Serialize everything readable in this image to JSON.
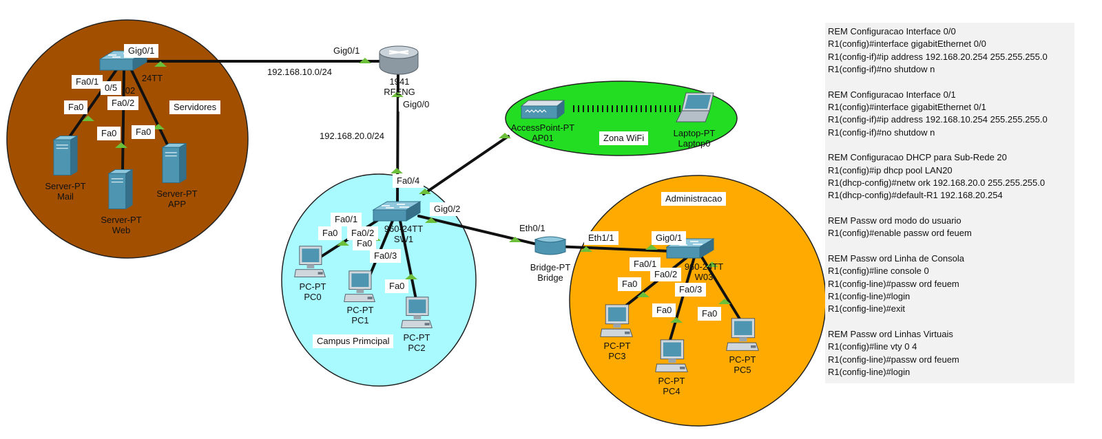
{
  "colors": {
    "servidores_zone": "#a34f00",
    "campus_zone": "#a8faff",
    "wifi_zone": "#22dd22",
    "admin_zone": "#ffaa00",
    "link": "#111111",
    "port_marker": "#6bbf3a",
    "device_blue": "#4d95b0"
  },
  "zones": {
    "servidores": "Servidores",
    "campus": "Campus Primcipal",
    "wifi": "Zona WiFi",
    "admin": "Administracao"
  },
  "networks": {
    "net_10": "192.168.10.0/24",
    "net_20": "192.168.20.0/24"
  },
  "ports": {
    "s0_gig01": "Gig0/1",
    "s0_fa01": "Fa0/1",
    "s0_fa05": "0/5",
    "s0_fa02": "Fa0/2",
    "mail_fa0": "Fa0",
    "web_fa0": "Fa0",
    "app_fa0": "Fa0",
    "r_gig01": "Gig0/1",
    "r_gig00": "Gig0/0",
    "sw1_fa04": "Fa0/4",
    "sw1_fa01": "Fa0/1",
    "sw1_fa02": "Fa0/2",
    "sw1_fa0_hidden": "Fa0",
    "sw1_fa03": "Fa0/3",
    "sw1_gig02": "Gig0/2",
    "pc0_fa0": "Fa0",
    "pc2_fa0": "Fa0",
    "br_eth01": "Eth0/1",
    "br_eth11": "Eth1/1",
    "sw3_gig01": "Gig0/1",
    "sw3_fa01": "Fa0/1",
    "sw3_fa02": "Fa0/2",
    "sw3_fa03": "Fa0/3",
    "pc3_fa0": "Fa0",
    "pc4_fa0": "Fa0",
    "pc5_fa0": "Fa0"
  },
  "devices": {
    "switch0": {
      "model": "24TT",
      "name": "02"
    },
    "router": {
      "model": "1941",
      "name": "RFENG"
    },
    "mail": {
      "model": "Server-PT",
      "name": "Mail"
    },
    "web": {
      "model": "Server-PT",
      "name": "Web"
    },
    "app": {
      "model": "Server-PT",
      "name": "APP"
    },
    "ap": {
      "model": "AccessPoint-PT",
      "name": "AP01"
    },
    "laptop": {
      "model": "Laptop-PT",
      "name": "Laptop0"
    },
    "sw1": {
      "model": "960-24TT",
      "name": "SW1"
    },
    "pc0": {
      "model": "PC-PT",
      "name": "PC0"
    },
    "pc1": {
      "model": "PC-PT",
      "name": "PC1"
    },
    "pc2": {
      "model": "PC-PT",
      "name": "PC2"
    },
    "bridge": {
      "model": "Bridge-PT",
      "name": "Bridge"
    },
    "sw3": {
      "model": "960-24TT",
      "name": "W03"
    },
    "pc3": {
      "model": "PC-PT",
      "name": "PC3"
    },
    "pc4": {
      "model": "PC-PT",
      "name": "PC4"
    },
    "pc5": {
      "model": "PC-PT",
      "name": "PC5"
    }
  },
  "config": [
    [
      "REM Configuracao Interface 0/0",
      "R1(config)#interface gigabitEthernet 0/0",
      "R1(config-if)#ip address 192.168.20.254 255.255.255.0",
      "R1(config-if)#no shutdow n"
    ],
    [
      "REM Configuracao Interface 0/1",
      "R1(config)#interface gigabitEthernet 0/1",
      "R1(config-if)#ip address 192.168.10.254 255.255.255.0",
      "R1(config-if)#no shutdow n"
    ],
    [
      "REM Configuracao DHCP para Sub-Rede 20",
      "R1(config)#ip dhcp pool LAN20",
      "R1(dhcp-config)#netw ork 192.168.20.0 255.255.255.0",
      "R1(dhcp-config)#default-R1 192.168.20.254"
    ],
    [
      "REM Passw ord modo do usuario",
      "R1(config)#enable passw ord feuem"
    ],
    [
      "REM Passw ord Linha de Consola",
      "R1(config)#line console 0",
      "R1(config-line)#passw ord feuem",
      "R1(config-line)#login",
      "R1(config-line)#exit"
    ],
    [
      "REM Passw ord Linhas Virtuais",
      "R1(config)#line vty 0 4",
      "R1(config-line)#passw ord feuem",
      "R1(config-line)#login"
    ]
  ]
}
